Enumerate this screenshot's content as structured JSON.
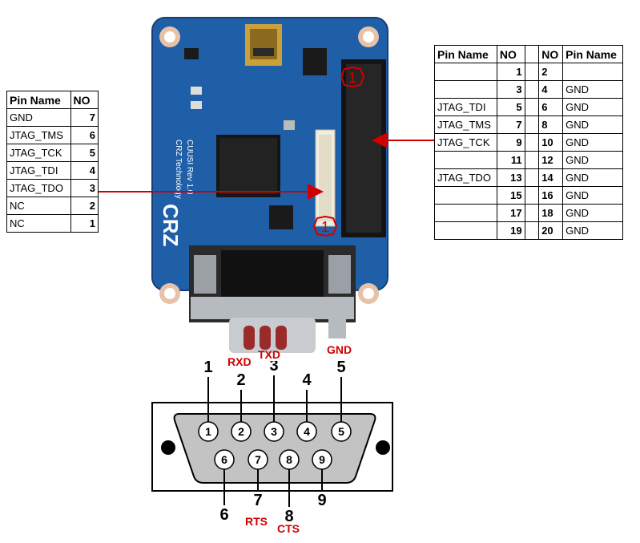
{
  "left_table": {
    "header": [
      "Pin Name",
      "NO"
    ],
    "rows": [
      {
        "name": "GND",
        "no": "7"
      },
      {
        "name": "JTAG_TMS",
        "no": "6"
      },
      {
        "name": "JTAG_TCK",
        "no": "5"
      },
      {
        "name": "JTAG_TDI",
        "no": "4"
      },
      {
        "name": "JTAG_TDO",
        "no": "3"
      },
      {
        "name": "NC",
        "no": "2"
      },
      {
        "name": "NC",
        "no": "1"
      }
    ]
  },
  "right_table": {
    "header": [
      "Pin Name",
      "NO",
      "",
      "NO",
      "Pin Name"
    ],
    "rows": [
      {
        "name_l": "",
        "no_l": "1",
        "no_r": "2",
        "name_r": ""
      },
      {
        "name_l": "",
        "no_l": "3",
        "no_r": "4",
        "name_r": "GND"
      },
      {
        "name_l": "JTAG_TDI",
        "no_l": "5",
        "no_r": "6",
        "name_r": "GND"
      },
      {
        "name_l": "JTAG_TMS",
        "no_l": "7",
        "no_r": "8",
        "name_r": "GND"
      },
      {
        "name_l": "JTAG_TCK",
        "no_l": "9",
        "no_r": "10",
        "name_r": "GND"
      },
      {
        "name_l": "",
        "no_l": "11",
        "no_r": "12",
        "name_r": "GND"
      },
      {
        "name_l": "JTAG_TDO",
        "no_l": "13",
        "no_r": "14",
        "name_r": "GND"
      },
      {
        "name_l": "",
        "no_l": "15",
        "no_r": "16",
        "name_r": "GND"
      },
      {
        "name_l": "",
        "no_l": "17",
        "no_r": "18",
        "name_r": "GND"
      },
      {
        "name_l": "",
        "no_l": "19",
        "no_r": "20",
        "name_r": "GND"
      }
    ]
  },
  "board": {
    "silk_model": "CUUSI Rev 1.0",
    "silk_company": "CRZ Technology",
    "silk_logo": "CRZ",
    "marker_jtag": "1",
    "marker_small": "1"
  },
  "serial_labels": {
    "rxd": "RXD",
    "txd": "TXD",
    "gnd": "GND",
    "rts": "RTS",
    "cts": "CTS"
  },
  "db9": {
    "top_pins": [
      "1",
      "2",
      "3",
      "4",
      "5"
    ],
    "bottom_pins": [
      "6",
      "7",
      "8",
      "9"
    ]
  },
  "colors": {
    "accent": "#d10000",
    "board": "#1f5fa8",
    "table_border": "#000000"
  }
}
